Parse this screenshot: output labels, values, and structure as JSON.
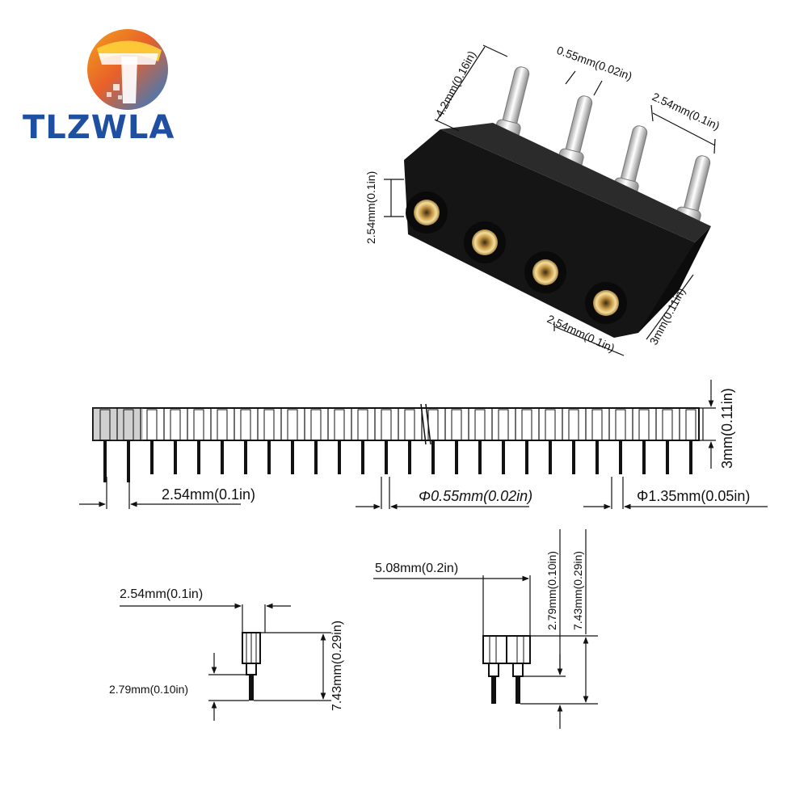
{
  "logo": {
    "text": "TLZWLA"
  },
  "photo_labels": {
    "top_pin_length": "4.2mm(0.16in)",
    "pin_diameter": "0.55mm(0.02in)",
    "top_pitch": "2.54mm(0.1in)",
    "side_height": "2.54mm(0.1in)",
    "front_pitch": "2.54mm(0.1in)",
    "front_depth": "3mm(0.11in)"
  },
  "strip_labels": {
    "pitch": "2.54mm(0.1in)",
    "pin_dia": "Φ0.55mm(0.02in)",
    "socket_dia": "Φ1.35mm(0.05in)",
    "height": "3mm(0.11in)"
  },
  "single_labels": {
    "pitch": "2.54mm(0.1in)",
    "pin_length": "2.79mm(0.10in)",
    "total_height": "7.43mm(0.29in)"
  },
  "double_labels": {
    "width": "5.08mm(0.2in)",
    "pin_length": "2.79mm(0.10in)",
    "total_height": "7.43mm(0.29in)"
  }
}
